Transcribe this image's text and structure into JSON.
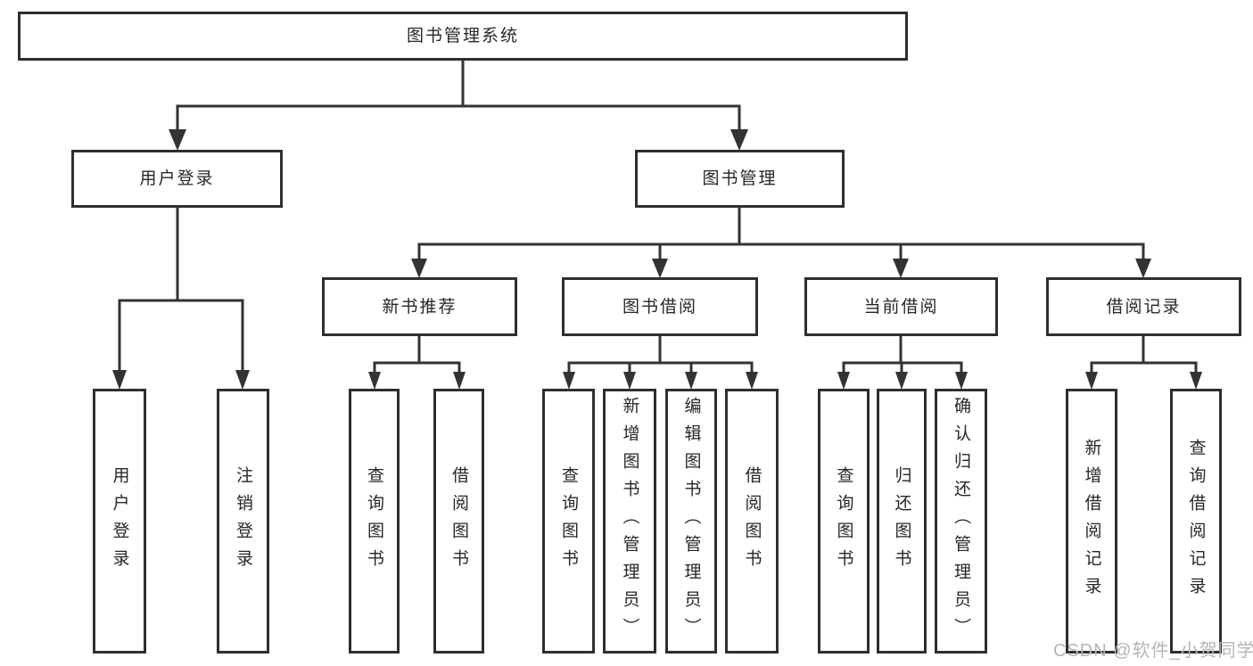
{
  "diagram": {
    "title": "图书管理系统",
    "type": "functional-structure-tree",
    "tree": {
      "label": "图书管理系统",
      "children": [
        {
          "label": "用户登录",
          "children": [
            {
              "label": "用户登录"
            },
            {
              "label": "注销登录"
            }
          ]
        },
        {
          "label": "图书管理",
          "children": [
            {
              "label": "新书推荐",
              "children": [
                {
                  "label": "查询图书"
                },
                {
                  "label": "借阅图书"
                }
              ]
            },
            {
              "label": "图书借阅",
              "children": [
                {
                  "label": "查询图书"
                },
                {
                  "label": "新增图书（管理员）"
                },
                {
                  "label": "编辑图书（管理员）"
                },
                {
                  "label": "借阅图书"
                }
              ]
            },
            {
              "label": "当前借阅",
              "children": [
                {
                  "label": "查询图书"
                },
                {
                  "label": "归还图书"
                },
                {
                  "label": "确认归还（管理员）"
                }
              ]
            },
            {
              "label": "借阅记录",
              "children": [
                {
                  "label": "新增借阅记录"
                },
                {
                  "label": "查询借阅记录"
                }
              ]
            }
          ]
        }
      ]
    },
    "watermark": "CSDN @软件_小贺同学",
    "colors": {
      "line": "#333333",
      "box_border": "#2f2f2f",
      "text": "#26272b",
      "background": "#ffffff",
      "watermark": "#b2b5ba"
    }
  }
}
